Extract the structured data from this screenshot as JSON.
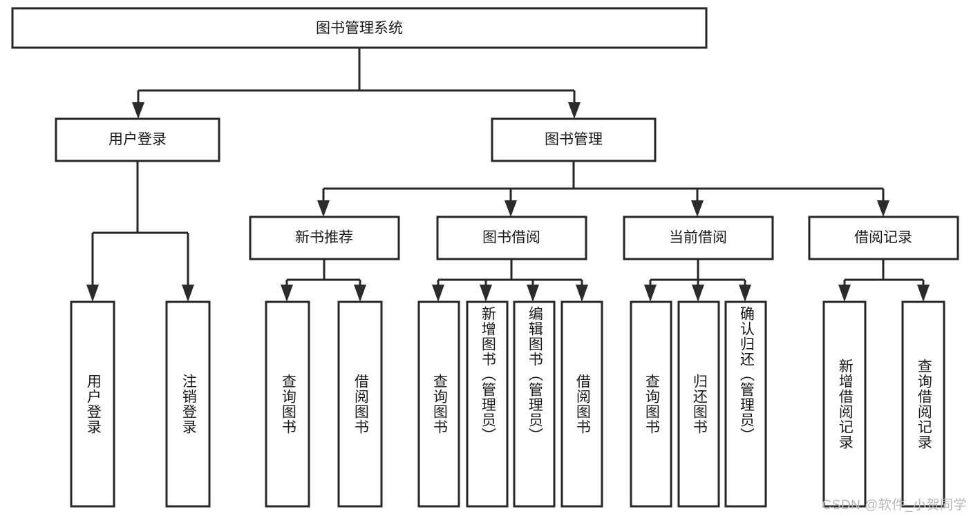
{
  "diagram": {
    "title": "图书管理系统",
    "type": "hierarchy-tree",
    "watermark": "CSDN @软件_小贺同学",
    "colors": {
      "background": "#ffffff",
      "box_border": "#262626",
      "box_fill": "#ffffff",
      "line": "#262626",
      "text": "#1a1a1a",
      "watermark": "#b9b9b9"
    },
    "root": {
      "id": "root",
      "label": "图书管理系统"
    },
    "level1": [
      {
        "id": "user-login",
        "label": "用户登录"
      },
      {
        "id": "book-manage",
        "label": "图书管理"
      }
    ],
    "level2": [
      {
        "id": "new-book-rec",
        "label": "新书推荐",
        "parent": "book-manage"
      },
      {
        "id": "book-borrow",
        "label": "图书借阅",
        "parent": "book-manage"
      },
      {
        "id": "current-borrow",
        "label": "当前借阅",
        "parent": "book-manage"
      },
      {
        "id": "borrow-record",
        "label": "借阅记录",
        "parent": "book-manage"
      }
    ],
    "leaves": [
      {
        "id": "leaf-user-login",
        "label": "用户登录",
        "parent": "user-login"
      },
      {
        "id": "leaf-user-logout",
        "label": "注销登录",
        "parent": "user-login"
      },
      {
        "id": "leaf-query-book-1",
        "label": "查询图书",
        "parent": "new-book-rec"
      },
      {
        "id": "leaf-borrow-book-1",
        "label": "借阅图书",
        "parent": "new-book-rec"
      },
      {
        "id": "leaf-query-book-2",
        "label": "查询图书",
        "parent": "book-borrow"
      },
      {
        "id": "leaf-add-book",
        "label": "新增图书（管理员）",
        "parent": "book-borrow"
      },
      {
        "id": "leaf-edit-book",
        "label": "编辑图书（管理员）",
        "parent": "book-borrow"
      },
      {
        "id": "leaf-borrow-book-2",
        "label": "借阅图书",
        "parent": "book-borrow"
      },
      {
        "id": "leaf-query-book-3",
        "label": "查询图书",
        "parent": "current-borrow"
      },
      {
        "id": "leaf-return-book",
        "label": "归还图书",
        "parent": "current-borrow"
      },
      {
        "id": "leaf-confirm-return",
        "label": "确认归还（管理员）",
        "parent": "current-borrow"
      },
      {
        "id": "leaf-add-record",
        "label": "新增借阅记录",
        "parent": "borrow-record"
      },
      {
        "id": "leaf-query-record",
        "label": "查询借阅记录",
        "parent": "borrow-record"
      }
    ]
  }
}
